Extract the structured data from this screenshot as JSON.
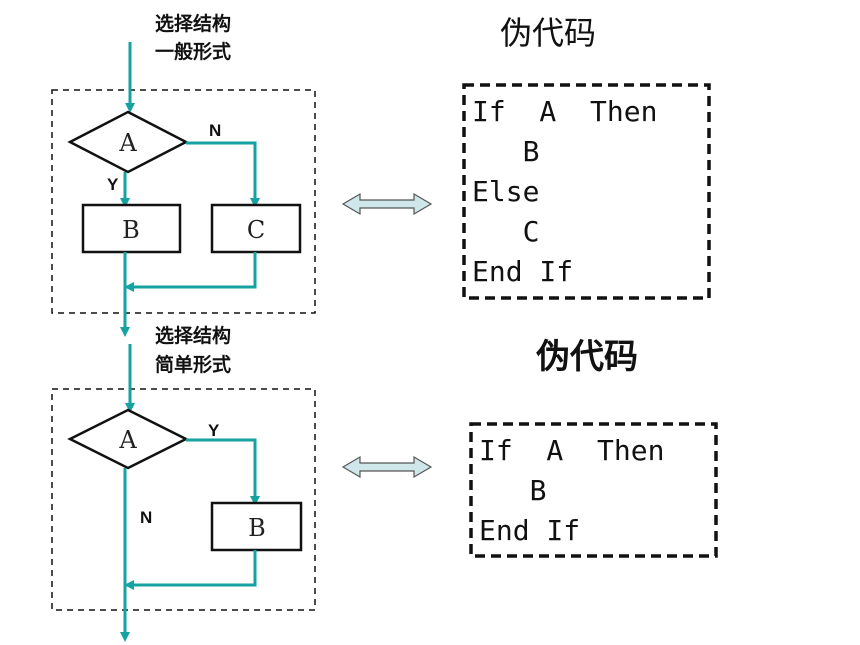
{
  "diagram_general": {
    "caption_line1": "选择结构",
    "caption_line2": "一般形式",
    "cond": "A",
    "yes_label": "Y",
    "no_label": "N",
    "yes_box": "B",
    "no_box": "C"
  },
  "code_general": {
    "title": "伪代码",
    "lines": [
      "If  A  Then",
      "   B",
      "Else",
      "   C",
      "End If"
    ]
  },
  "diagram_simple": {
    "caption_line1": "选择结构",
    "caption_line2": "简单形式",
    "cond": "A",
    "yes_label": "Y",
    "no_label": "N",
    "yes_box": "B"
  },
  "code_simple": {
    "title": "伪代码",
    "lines": [
      "If  A  Then",
      "   B",
      "End If"
    ]
  },
  "colors": {
    "flow_line": "#17a2a2",
    "double_arrow_fill": "#cfe6ea"
  }
}
